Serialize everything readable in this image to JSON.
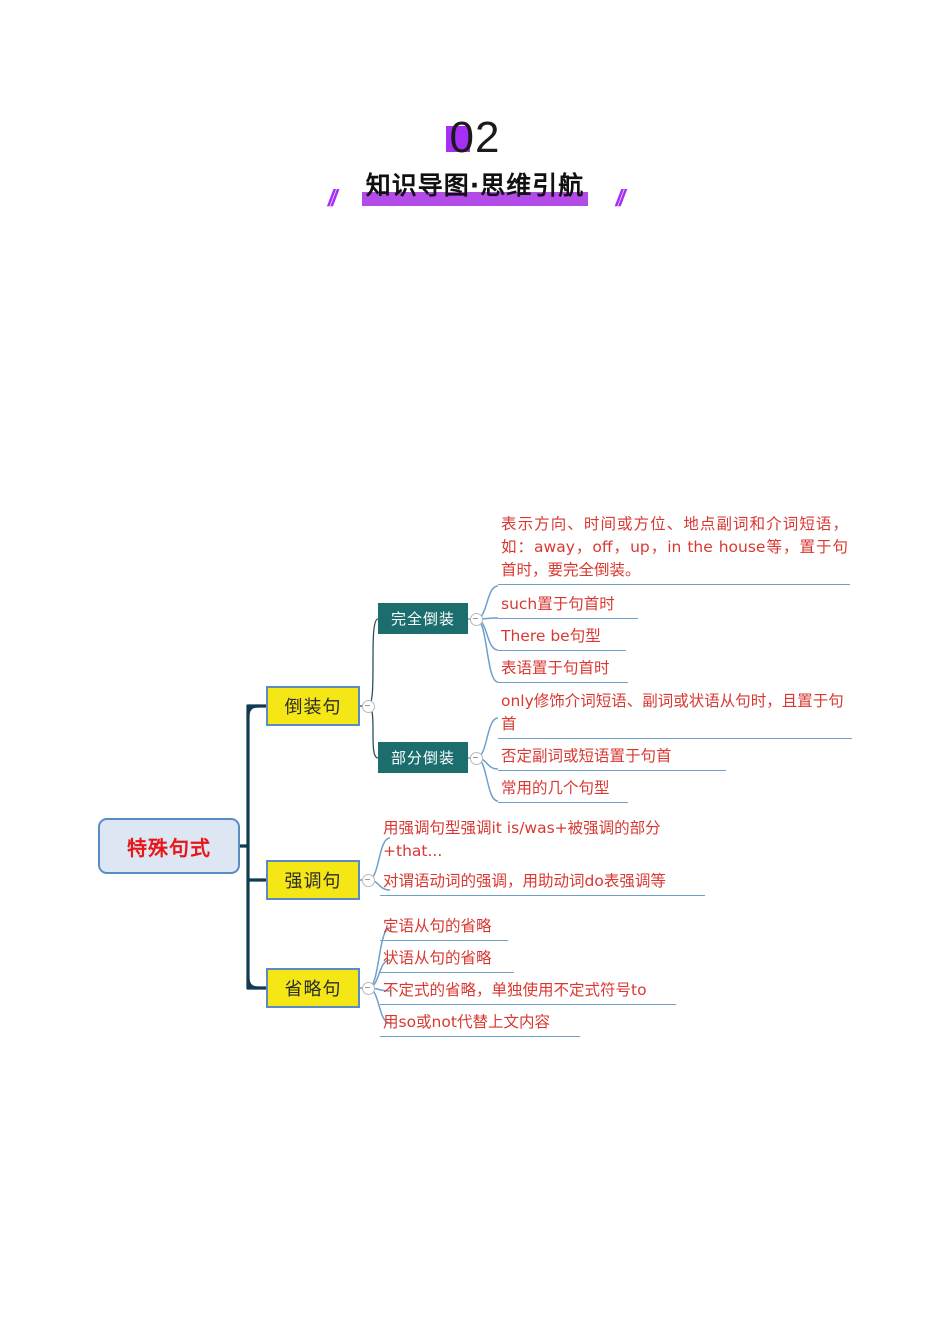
{
  "header": {
    "number": "02",
    "title": "知识导图·思维引航",
    "slash_left": "//",
    "slash_right": "//"
  },
  "mindmap": {
    "root": {
      "label": "特殊句式"
    },
    "branches": [
      {
        "label": "倒装句",
        "subnodes": [
          {
            "label": "完全倒装",
            "leaves": [
              "表示方向、时间或方位、地点副词和介词短语，如：away，off，up，in the house等，置于句首时，要完全倒装。",
              "such置于句首时",
              "There be句型",
              "表语置于句首时"
            ]
          },
          {
            "label": "部分倒装",
            "leaves": [
              "only修饰介词短语、副词或状语从句时，且置于句首",
              "否定副词或短语置于句首",
              "常用的几个句型"
            ]
          }
        ]
      },
      {
        "label": "强调句",
        "leaves": [
          "用强调句型强调it is/was+被强调的部分+that...",
          "对谓语动词的强调，用助动词do表强调等"
        ]
      },
      {
        "label": "省略句",
        "leaves": [
          "定语从句的省略",
          "状语从句的省略",
          "不定式的省略，单独使用不定式符号to",
          "用so或not代替上文内容"
        ]
      }
    ]
  },
  "colors": {
    "accent_purple": "#a62ef5",
    "title_bar_purple": "#b24be8",
    "root_fill": "#dce7f3",
    "root_border": "#5b8bc4",
    "root_text": "#e8151a",
    "branch_yellow": "#f5e615",
    "subnode_teal": "#1c6e6e",
    "leaf_text": "#d93832",
    "leaf_underline": "#6f9fcc",
    "trunk_line": "#123a52"
  }
}
